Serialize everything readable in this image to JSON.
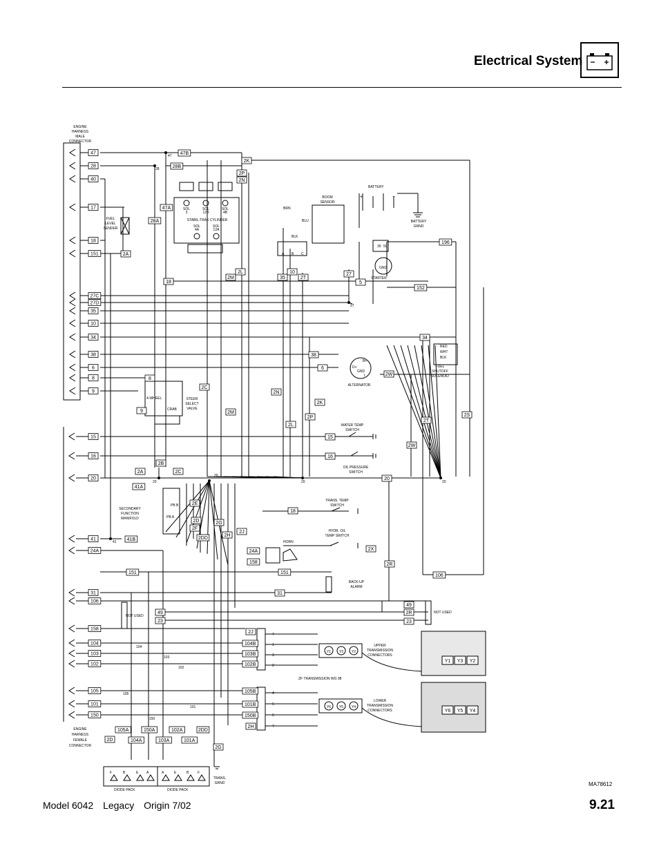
{
  "header": {
    "title": "Electrical System",
    "icon": "battery-icon"
  },
  "footer": {
    "model": "Model 6042",
    "legacy": "Legacy",
    "origin": "Origin 7/02",
    "page": "9.21"
  },
  "figure_id": "MA78612",
  "left": {
    "male_title": [
      "ENGINE",
      "HARNESS",
      "MALE",
      "CONNECTOR"
    ],
    "male_pins": [
      "47",
      "28",
      "40",
      "17",
      "18",
      "151",
      "27C",
      "27D",
      "35",
      "10",
      "34",
      "38",
      "6",
      "8",
      "9"
    ],
    "female_title": [
      "ENGINE",
      "HARNESS",
      "FEMALE",
      "CONNECTOR"
    ],
    "female_pins": [
      "15",
      "16",
      "20",
      "41",
      "24A",
      "31",
      "106",
      "158",
      "104",
      "103",
      "102",
      "105",
      "101",
      "150"
    ]
  },
  "components": {
    "fuel_level_sender": [
      "FUEL",
      "LEVEL",
      "SENDER"
    ],
    "stabil_trak": "STABIL-TRAK CYLINDER",
    "sols_top": [
      [
        "SOL",
        "3"
      ],
      [
        "SOL",
        "12B"
      ],
      [
        "SOL",
        "4B"
      ]
    ],
    "sols_bottom": [
      [
        "SOL",
        "4A"
      ],
      [
        "SOL",
        "12A"
      ]
    ],
    "boom_sensor": [
      "BOOM",
      "SENSOR"
    ],
    "boom_wires": [
      "BRN",
      "BLU",
      "BLK"
    ],
    "abc": [
      "A",
      "B",
      "C"
    ],
    "battery": "BATTERY",
    "battery_grnd": [
      "BATTERY",
      "GRND"
    ],
    "starter": "STARTER",
    "starter_terms": [
      "30",
      "50",
      "GND"
    ],
    "alternator": "ALTERNATOR",
    "alt_terms": [
      "B+",
      "D+",
      "GND",
      "I"
    ],
    "fuel_shutoff": [
      "FUEL",
      "SHUTOFF",
      "SOLENOID"
    ],
    "fuel_wires": [
      "RED",
      "WHT",
      "BLK"
    ],
    "steer_select": [
      "STEER",
      "SELECT",
      "VALVE"
    ],
    "four_wheel": "4-WHEEL",
    "crab": "CRAB",
    "water_temp": [
      "WATER TEMP",
      "SWITCH"
    ],
    "oil_pressure": [
      "OIL PRESSURE",
      "SWITCH"
    ],
    "trans_temp": [
      "TRANS. TEMP",
      "SWITCH"
    ],
    "hydr_oil": [
      "HYDR. OIL",
      "TEMP SWITCH"
    ],
    "horn": "HORN",
    "backup": [
      "BACK-UP",
      "ALARM"
    ],
    "secondary": [
      "SECONDARY",
      "FUNCTION",
      "MANIFOLD"
    ],
    "pb_b": "PB B",
    "pb_a": "PB A",
    "not_used": "NOT USED",
    "upper_conn": [
      "UPPER",
      "TRANSMISSION",
      "CONNECTORS"
    ],
    "lower_conn": [
      "LOWER",
      "TRANSMISSION",
      "CONNECTORS"
    ],
    "zf": "ZF TRANSMISSION WG 98",
    "upper_y": [
      "Y1",
      "Y3",
      "Y2"
    ],
    "lower_y": [
      "Y6",
      "Y5",
      "Y4"
    ],
    "diode_pack": "DIODE PACK",
    "trans_grnd": [
      "TRANS.",
      "GRND"
    ]
  },
  "wire_tags": [
    "47B",
    "28B",
    "2K",
    "2P",
    "2N",
    "47A",
    "28A",
    "2A",
    "18",
    "2M",
    "2L",
    "35",
    "10",
    "2T",
    "27",
    "5",
    "152",
    "196",
    "34",
    "38",
    "6",
    "2W",
    "8",
    "2C",
    "9",
    "2B",
    "2A",
    "2C",
    "2N",
    "2M",
    "2K",
    "2P",
    "2L",
    "15",
    "16",
    "20",
    "2T",
    "2S",
    "2W",
    "41A",
    "2E",
    "2F",
    "2D",
    "2DD",
    "2G",
    "2H",
    "2J",
    "41B",
    "24A",
    "158",
    "151",
    "151",
    "18",
    "2X",
    "2R",
    "106",
    "31",
    "49",
    "23",
    "49",
    "2R",
    "23",
    "2J",
    "104B",
    "103B",
    "102B",
    "105B",
    "101B",
    "150B",
    "2H",
    "105A",
    "104A",
    "150A",
    "103A",
    "102A",
    "101A",
    "2DD",
    "2D",
    "2G"
  ],
  "node_labels": [
    "47",
    "28",
    "27",
    "20",
    "20",
    "20",
    "20",
    "41",
    "104",
    "103",
    "102",
    "105",
    "101",
    "150"
  ],
  "diode_letters": [
    "F",
    "B",
    "E",
    "A",
    "A",
    "E",
    "B",
    "F"
  ],
  "trans_pins": [
    "7",
    "1",
    "3",
    "2",
    "4",
    "5",
    "6",
    "7"
  ]
}
